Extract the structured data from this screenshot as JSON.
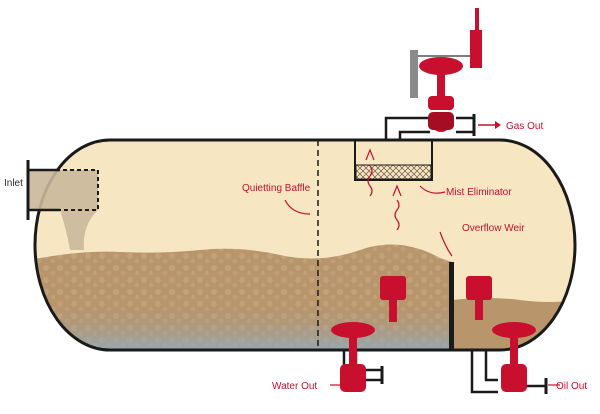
{
  "labels": {
    "inlet": "Inlet",
    "quieting_baffle": "Quietting Baffle",
    "mist_eliminator": "Mist Eliminator",
    "overflow_weir": "Overflow Weir",
    "gas_out": "Gas Out",
    "water_out": "Water Out",
    "oil_out": "Oil Out"
  },
  "colors": {
    "vessel_outline": "#1a1a1a",
    "gas_space": "#f7e6c2",
    "oil_liquid": "#b8956a",
    "water_liquid": "#8fb7d9",
    "pipe_fill": "#c9b89a",
    "valve_red": "#c8102e",
    "label_red": "#c8102e"
  },
  "icons": {
    "control_valve": "control-valve-icon",
    "level_controller": "level-controller-icon",
    "pressure_regulator": "pressure-regulator-icon"
  }
}
